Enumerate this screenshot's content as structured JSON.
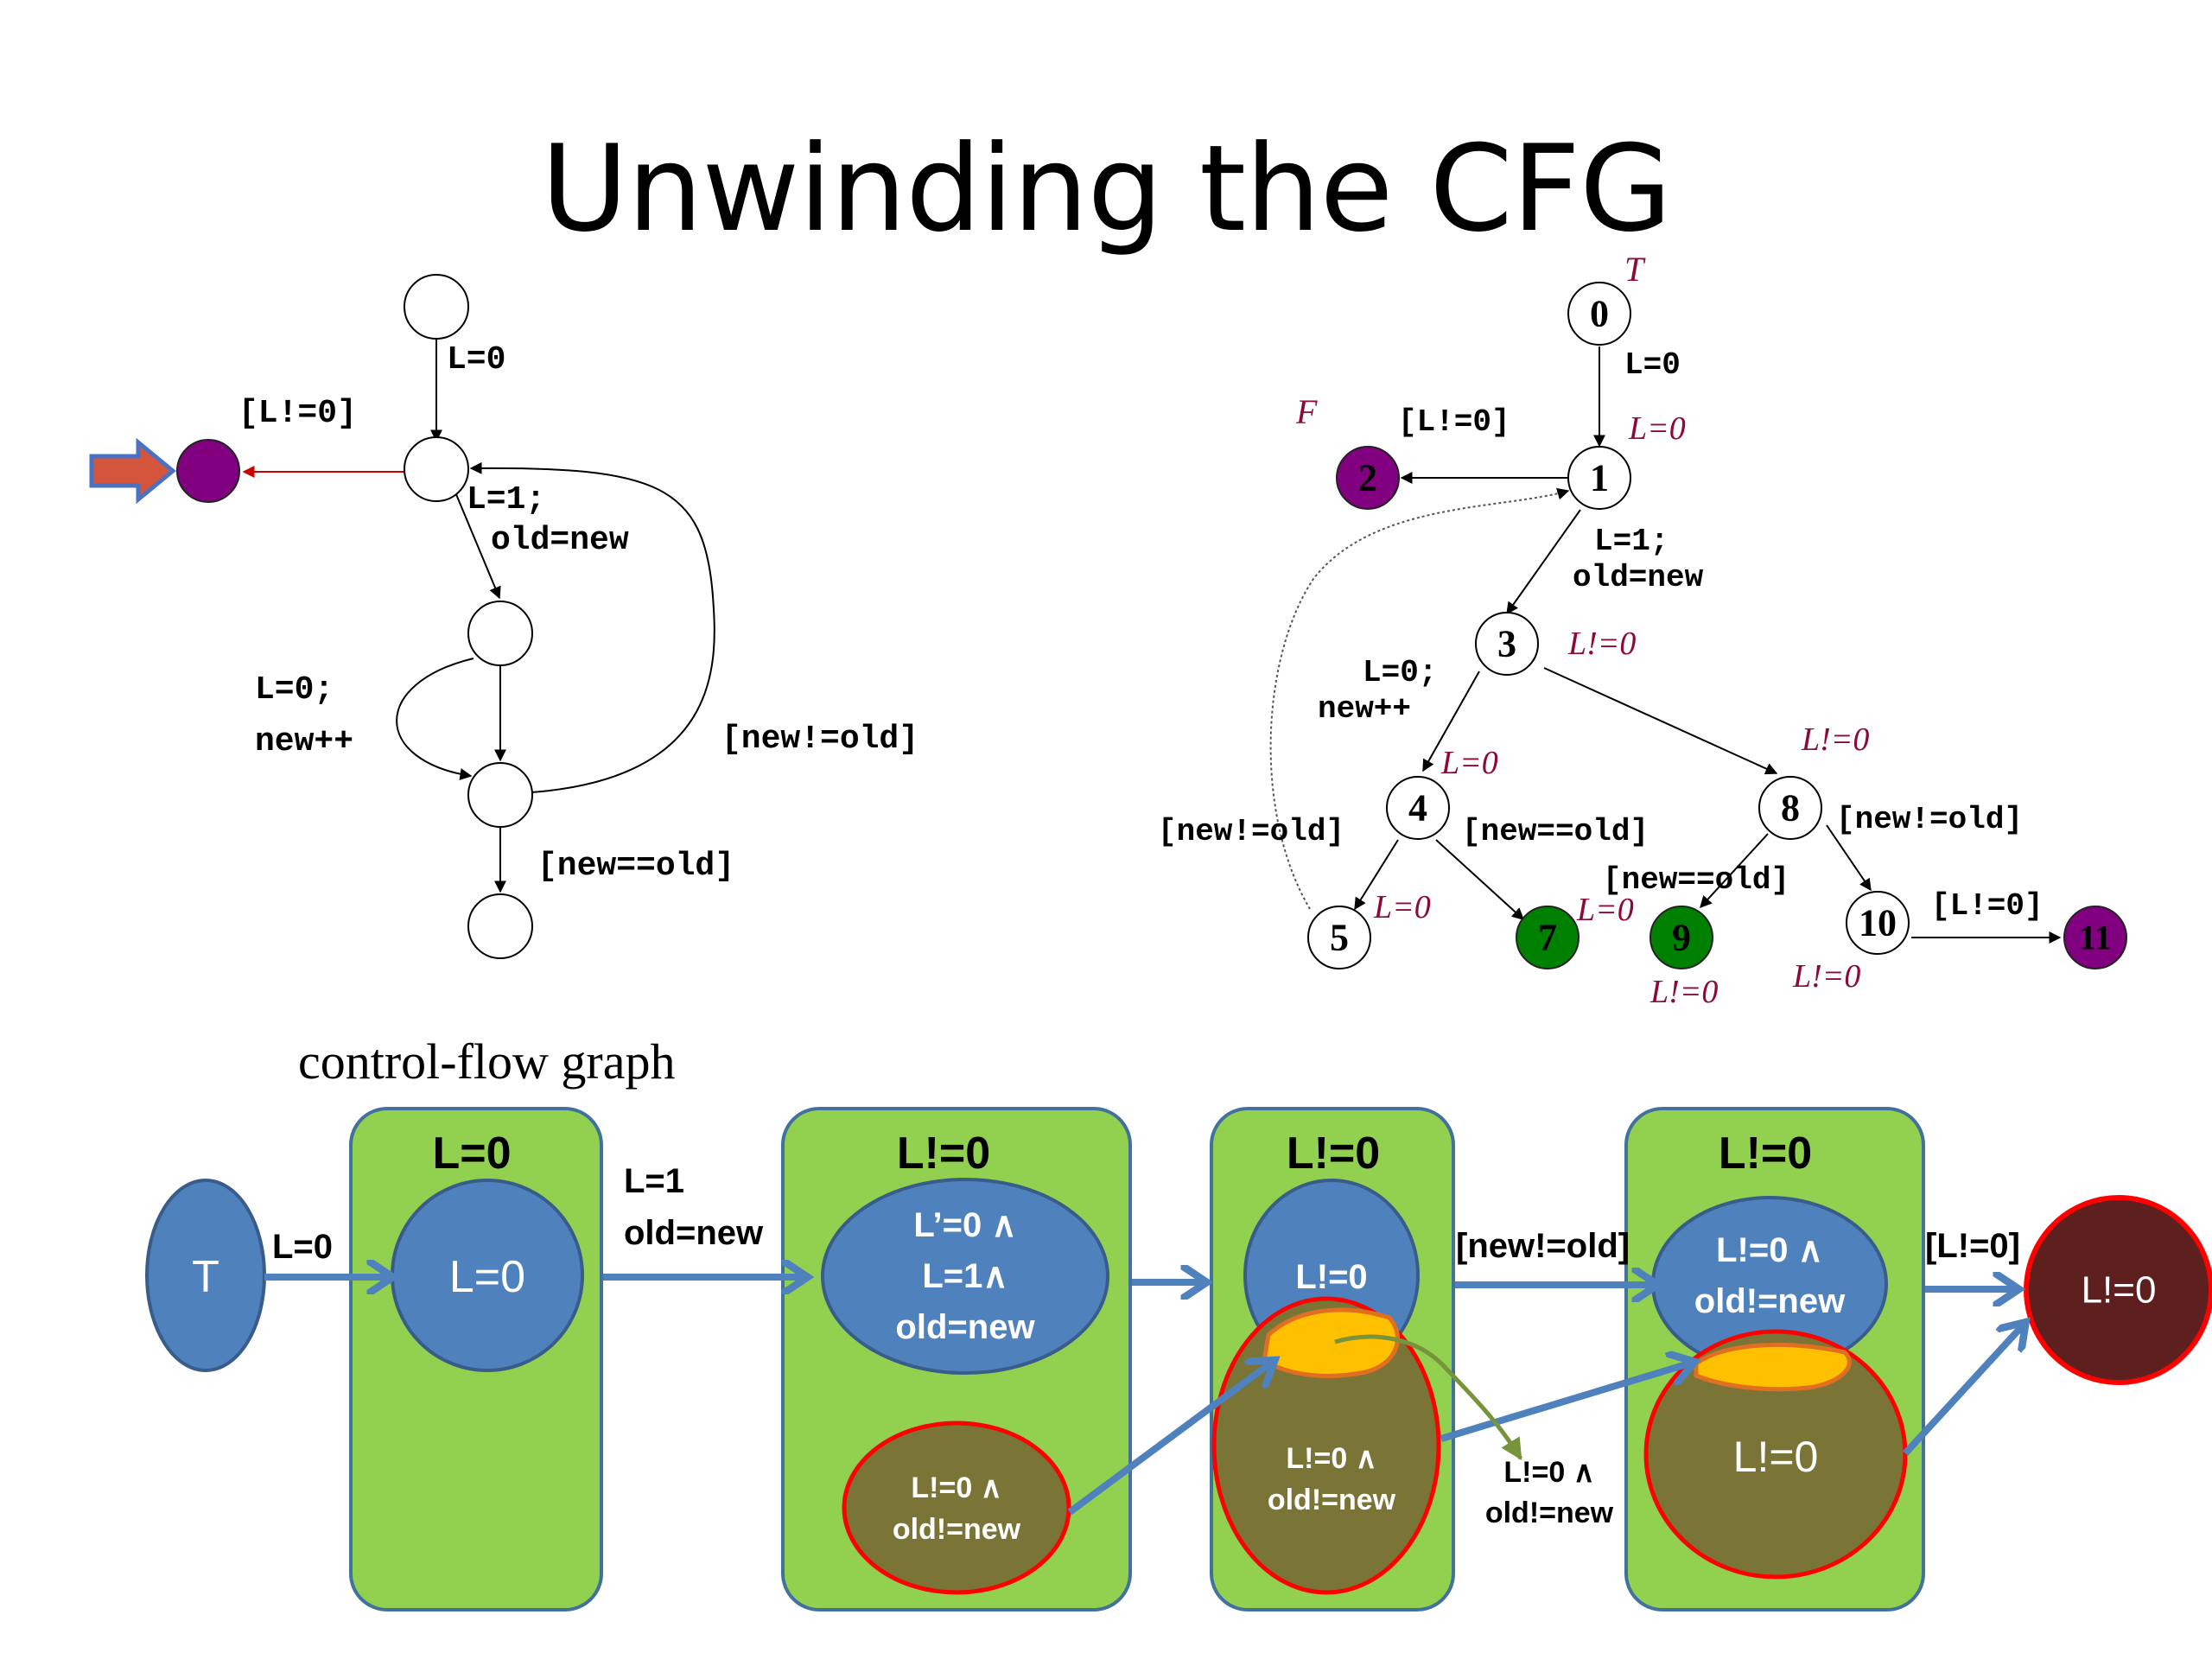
{
  "title": "Unwinding the CFG",
  "left_cfg": {
    "caption": "control-flow graph",
    "labels": {
      "l0": "L=0",
      "lneq0": "[L!=0]",
      "l1": "L=1;",
      "old_new": "old=new",
      "l0b": "L=0;",
      "newpp": "new++",
      "new_neq_old": "[new!=old]",
      "new_eq_old": "[new==old]"
    },
    "colors": {
      "error_node": "#800080",
      "arrow_fill": "#d5543c",
      "arrow_stroke": "#4a72c4"
    }
  },
  "right_tree": {
    "nodes": {
      "n0": "0",
      "n1": "1",
      "n2": "2",
      "n3": "3",
      "n4": "4",
      "n5": "5",
      "n7": "7",
      "n8": "8",
      "n9": "9",
      "n10": "10",
      "n11": "11"
    },
    "edge_labels": {
      "l0": "L=0",
      "lneq0_top": "[L!=0]",
      "l1": "L=1;",
      "old_new": "old=new",
      "l0b": "L=0;",
      "newpp": "new++",
      "neq_left": "[new!=old]",
      "eq_4": "[new==old]",
      "neq_8": "[new!=old]",
      "eq_8": "[new==old]",
      "lneq0_10": "[L!=0]"
    },
    "annotations": {
      "T": "T",
      "F": "F",
      "n1": "L=0",
      "n3": "L!=0",
      "n4": "L=0",
      "n8": "L!=0",
      "n5": "L=0",
      "n7": "L=0",
      "n9": "L!=0",
      "n10": "L!=0"
    },
    "colors": {
      "covered": "#008000",
      "error": "#800080",
      "annotation": "#8b0a3a"
    }
  },
  "bottom": {
    "start_node": "T",
    "edges": {
      "e1": "L=0",
      "e2_line1": "L=1",
      "e2_line2": "old=new",
      "e4": "[new!=old]",
      "e5": "[L!=0]"
    },
    "boxes": {
      "b1": {
        "label": "L=0",
        "ellipse": "L=0"
      },
      "b2": {
        "label": "L!=0",
        "top_l1": "L’=0 ∧",
        "top_l2": "L=1∧",
        "top_l3": "old=new",
        "bot_l1": "L!=0 ∧",
        "bot_l2": "old!=new"
      },
      "b3": {
        "label": "L!=0",
        "top": "L!=0",
        "bot_l1": "L!=0 ∧",
        "bot_l2": "old!=new"
      },
      "b4": {
        "label": "L!=0",
        "top_l1": "L!=0 ∧",
        "top_l2": "old!=new",
        "bot": "L!=0"
      }
    },
    "side_text_l1": "L!=0 ∧",
    "side_text_l2": "old!=new",
    "end_node": "L!=0",
    "colors": {
      "box_fill": "#92d050",
      "box_stroke": "#41719c",
      "blue": "#4f81bd",
      "olive": "#7a7436",
      "red": "#ff0000",
      "yellow": "#ffc000",
      "dark_red": "#5e1f1f",
      "green_arrow": "#77933c"
    }
  }
}
